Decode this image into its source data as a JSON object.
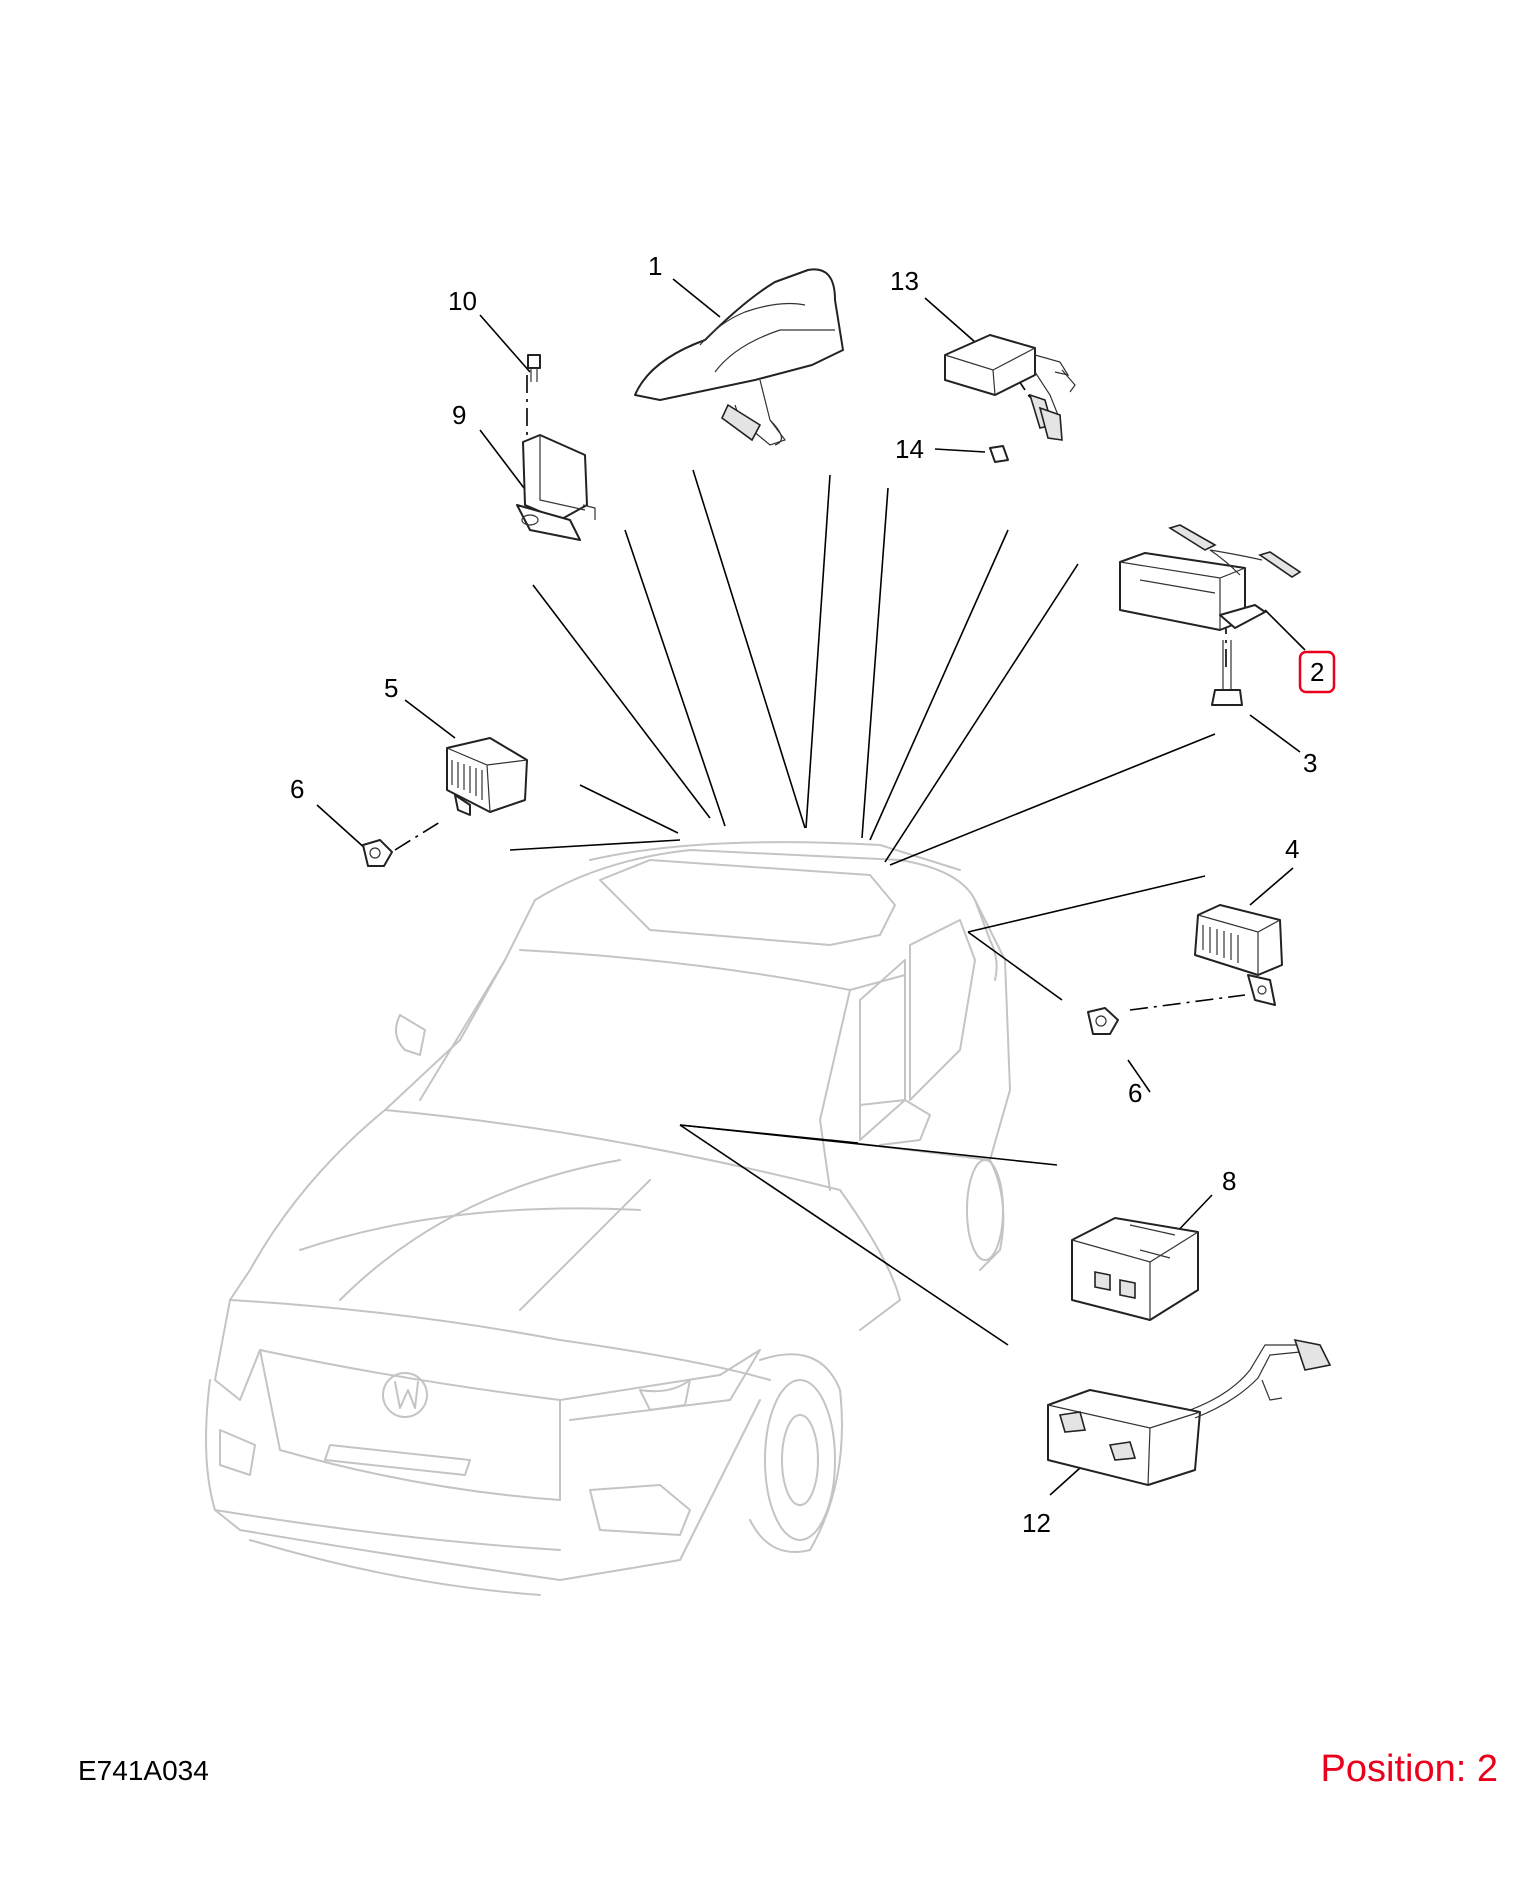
{
  "diagram_code": "E741A034",
  "position_label": "Position: 2",
  "highlight_color": "#e8001c",
  "callouts": [
    {
      "id": "1",
      "label": "1"
    },
    {
      "id": "2",
      "label": "2",
      "highlighted": true
    },
    {
      "id": "3",
      "label": "3"
    },
    {
      "id": "4",
      "label": "4"
    },
    {
      "id": "5",
      "label": "5"
    },
    {
      "id": "6a",
      "label": "6"
    },
    {
      "id": "6b",
      "label": "6"
    },
    {
      "id": "8",
      "label": "8"
    },
    {
      "id": "9",
      "label": "9"
    },
    {
      "id": "10",
      "label": "10"
    },
    {
      "id": "12",
      "label": "12"
    },
    {
      "id": "13",
      "label": "13"
    },
    {
      "id": "14",
      "label": "14"
    }
  ]
}
